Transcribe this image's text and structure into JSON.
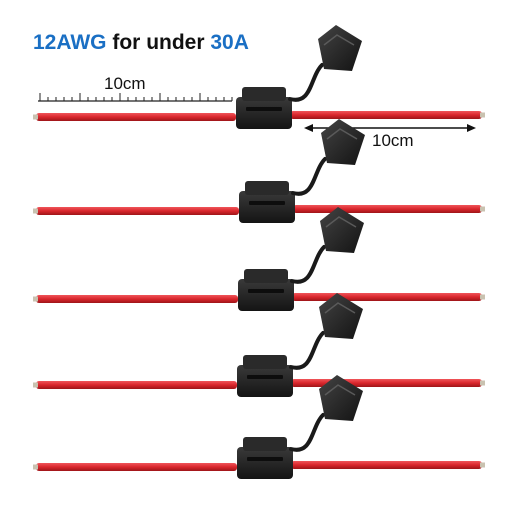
{
  "headline": {
    "part1": "12AWG",
    "part2": " for under ",
    "part3": "30A",
    "accent_color": "#1a6fc4"
  },
  "annotations": {
    "ruler_label": "10cm",
    "dimension_label": "10cm"
  },
  "product": {
    "fuse_holder_count": 5,
    "wire_color": "#d9262c",
    "holder_color": "#1f1f1f"
  }
}
